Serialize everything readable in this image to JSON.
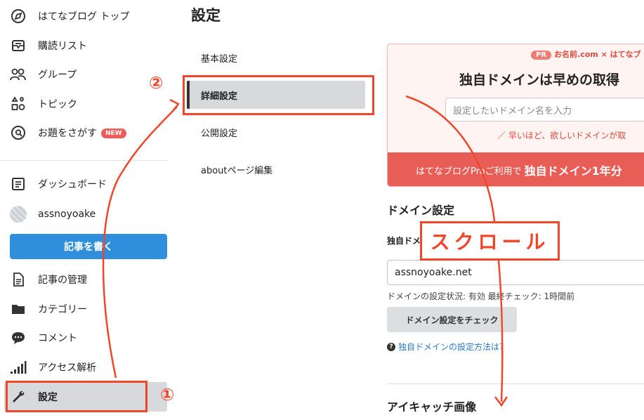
{
  "sidebar": {
    "items": [
      {
        "label": "はてなブログ トップ",
        "icon": "compass-icon"
      },
      {
        "label": "購読リスト",
        "icon": "subscription-icon"
      },
      {
        "label": "グループ",
        "icon": "group-icon"
      },
      {
        "label": "トピック",
        "icon": "topic-icon"
      },
      {
        "label": "お題をさがす",
        "icon": "theme-search-icon",
        "badge": "NEW"
      },
      {
        "label": "ダッシュボード",
        "icon": "dashboard-icon"
      },
      {
        "label": "assnoyoake",
        "icon": "avatar"
      },
      {
        "label": "記事の管理",
        "icon": "document-icon"
      },
      {
        "label": "カテゴリー",
        "icon": "folder-icon"
      },
      {
        "label": "コメント",
        "icon": "comment-icon"
      },
      {
        "label": "アクセス解析",
        "icon": "bar-chart-icon"
      },
      {
        "label": "設定",
        "icon": "wrench-icon"
      }
    ],
    "write_button": "記事を書く"
  },
  "page": {
    "title": "設定"
  },
  "settings_menu": {
    "items": [
      "基本設定",
      "詳細設定",
      "公開設定",
      "aboutページ編集"
    ],
    "active": "詳細設定"
  },
  "ad": {
    "pr_badge": "PR",
    "top_text": "お名前.com × はてなブ",
    "headline": "独自ドメインは早めの取得",
    "input_placeholder": "設定したいドメイン名を入力",
    "note": "／ 早いほど、欲しいドメインが取",
    "bottom_text": "はてなブログProご利用で",
    "bottom_bold": "独自ドメイン1年分"
  },
  "domain_settings": {
    "title": "ドメイン設定",
    "field_label": "独自ドメ",
    "input_value": "assnoyoake.net",
    "status": "ドメインの設定状況: 有効   最終チェック: 1時間前",
    "check_button": "ドメイン設定をチェック",
    "help_link": "独自ドメインの設定方法は？"
  },
  "next_section": {
    "title": "アイキャッチ画像"
  },
  "annotations": {
    "step1": "①",
    "step2": "②",
    "scroll": "スクロール",
    "color": "#f0472b"
  },
  "colors": {
    "write_button": "#2f8fdc",
    "active_bg": "#d7d9dc",
    "ad_accent": "#e85e57",
    "link": "#2a7ac7"
  }
}
